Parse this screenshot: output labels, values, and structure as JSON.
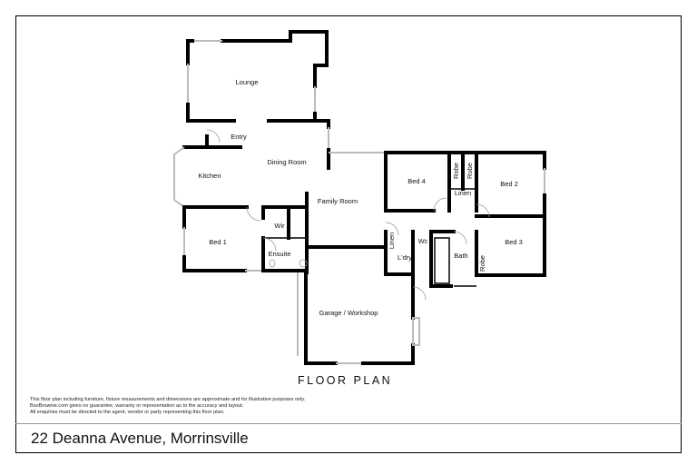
{
  "plan": {
    "title": "FLOOR PLAN",
    "rooms": {
      "lounge": "Lounge",
      "entry": "Entry",
      "dining": "Dining Room",
      "kitchen": "Kitchen",
      "family": "Family Room",
      "bed1": "Bed 1",
      "wir": "Wir",
      "ensuite": "Ensuite",
      "bed4": "Bed 4",
      "bed2": "Bed 2",
      "bed3": "Bed 3",
      "robe": "Robe",
      "linen": "Linen",
      "wc": "Wc",
      "laundry": "L'dry",
      "bath": "Bath",
      "garage": "Garage / Workshop"
    }
  },
  "disclaimer": [
    "This floor plan including furniture, fixture measurements and dimensions are approximate and for illustrative purposes only.",
    "BoxBrownie.com gives no guarantee, warranty or representation as to the accuracy and layout.",
    "All enquiries must be directed to the agent, vendor or party representing this floor plan."
  ],
  "address": "22 Deanna Avenue, Morrinsville"
}
